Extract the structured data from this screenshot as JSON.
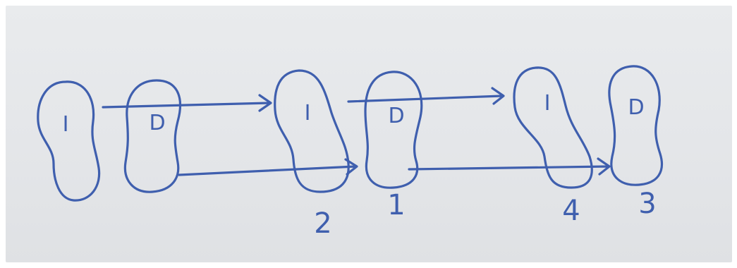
{
  "colors": {
    "ink": "#3f5fae",
    "paper": "#e6e8eb",
    "background": "#ffffff"
  },
  "footprints": [
    {
      "letter": "I",
      "number": ""
    },
    {
      "letter": "D",
      "number": ""
    },
    {
      "letter": "I",
      "number": "2"
    },
    {
      "letter": "D",
      "number": "1"
    },
    {
      "letter": "I",
      "number": "4"
    },
    {
      "letter": "D",
      "number": "3"
    }
  ]
}
